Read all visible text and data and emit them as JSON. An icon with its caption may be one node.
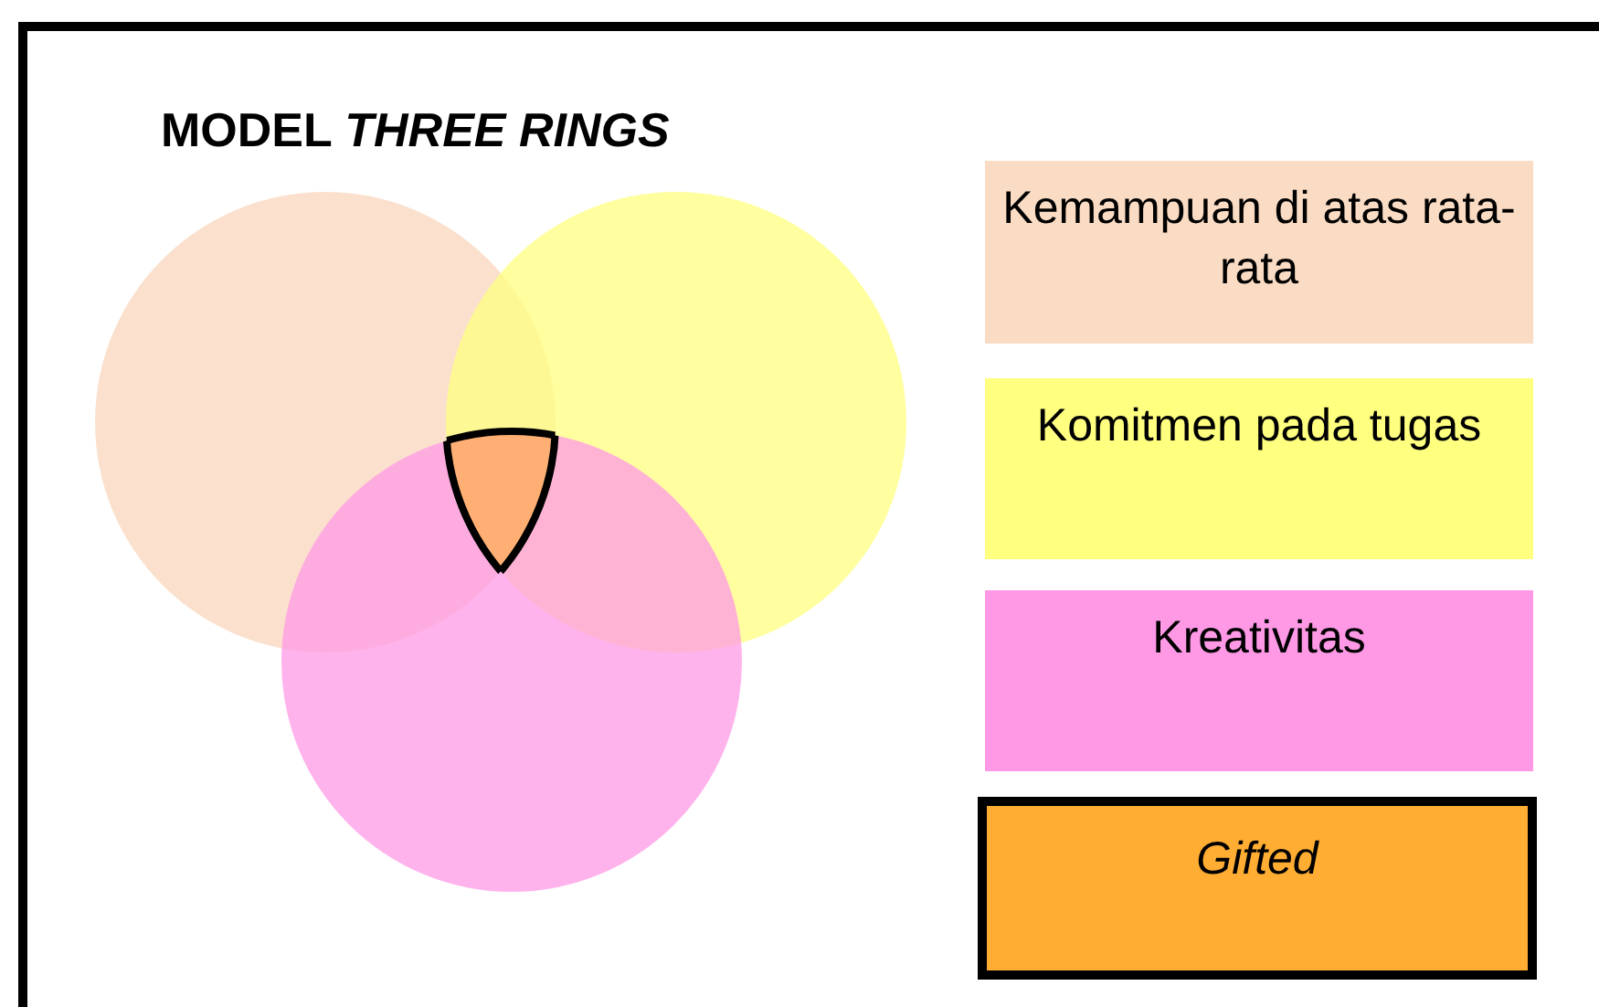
{
  "diagram": {
    "title": "MODEL *THREE RINGS*",
    "legend": [
      {
        "text": "Kemampuan di atas rata-rata",
        "color": "#fadcc4"
      },
      {
        "text": "Komitmen pada tugas",
        "color": "#ffff80"
      },
      {
        "text": "Kreativitas",
        "color": "#ff99e6"
      },
      {
        "text": "Gifted",
        "color": "#ffad33"
      }
    ]
  }
}
